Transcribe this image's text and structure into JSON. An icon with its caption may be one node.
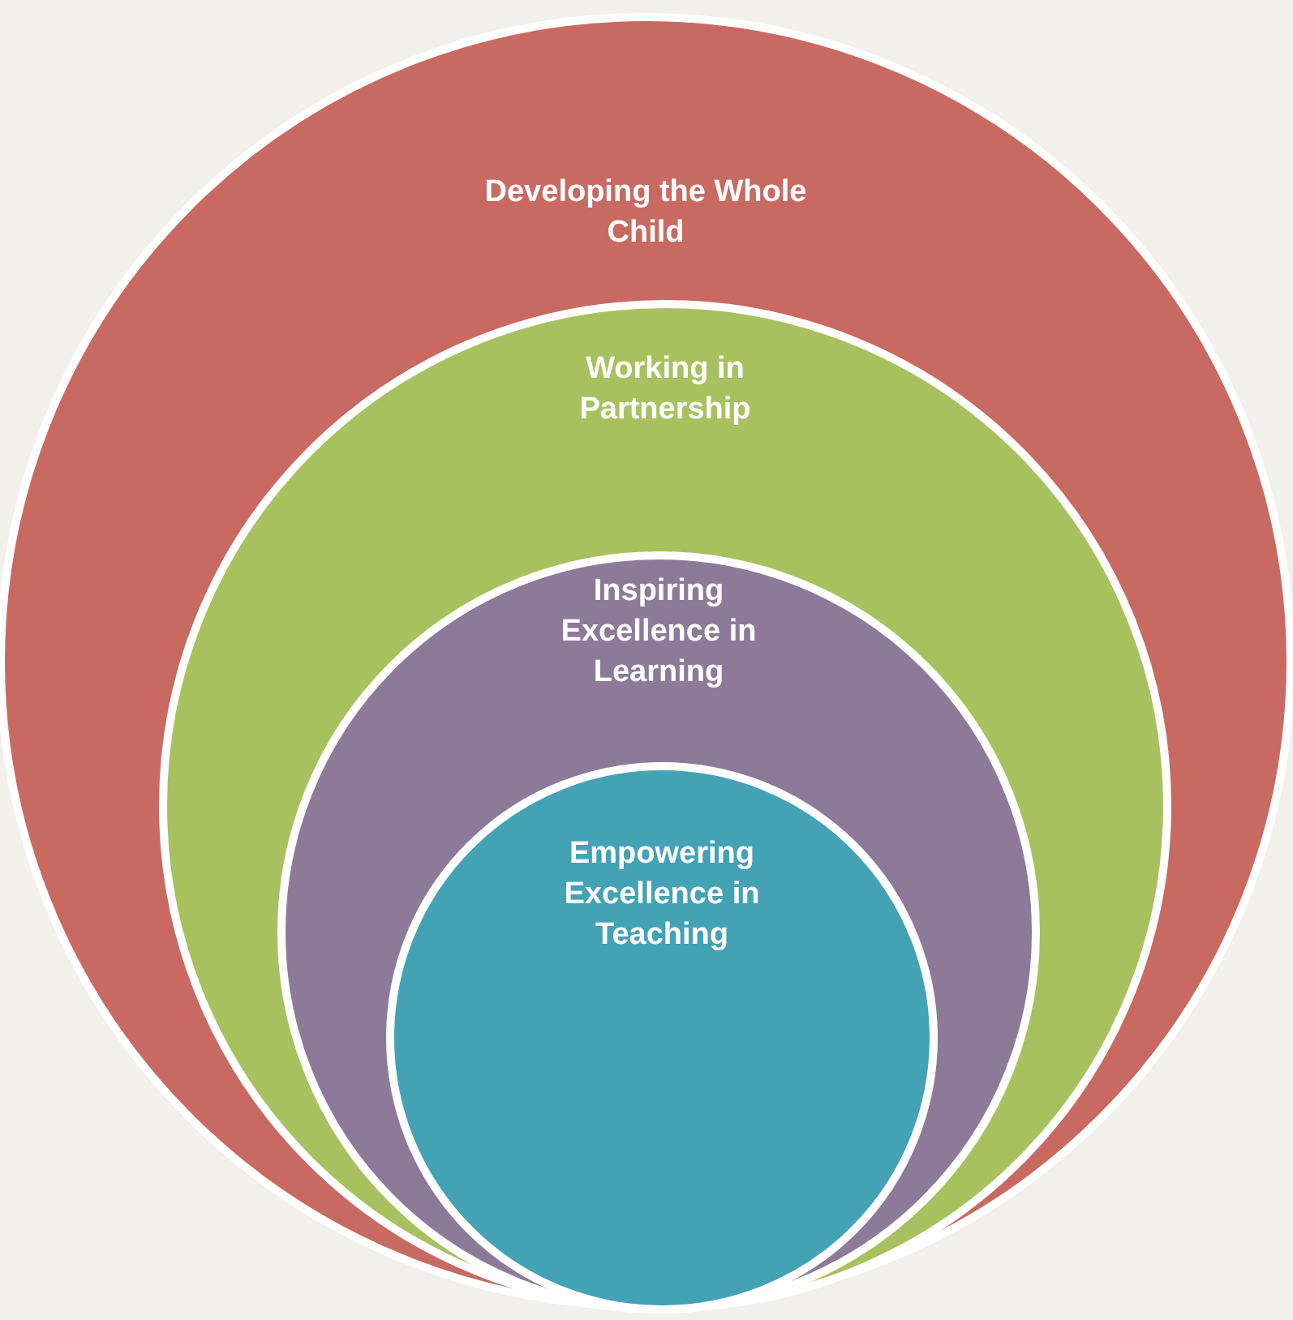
{
  "diagram": {
    "nodes": [
      {
        "text": [
          "Developing the Whole Child"
        ]
      },
      {
        "text": [
          "Working in Partnership"
        ],
        "in": 0
      },
      {
        "text": [
          "Inspiring Excellence in Learning"
        ],
        "in": 1
      },
      {
        "text": [
          "Empowering Excellence in Teaching"
        ],
        "in": 2
      }
    ]
  }
}
